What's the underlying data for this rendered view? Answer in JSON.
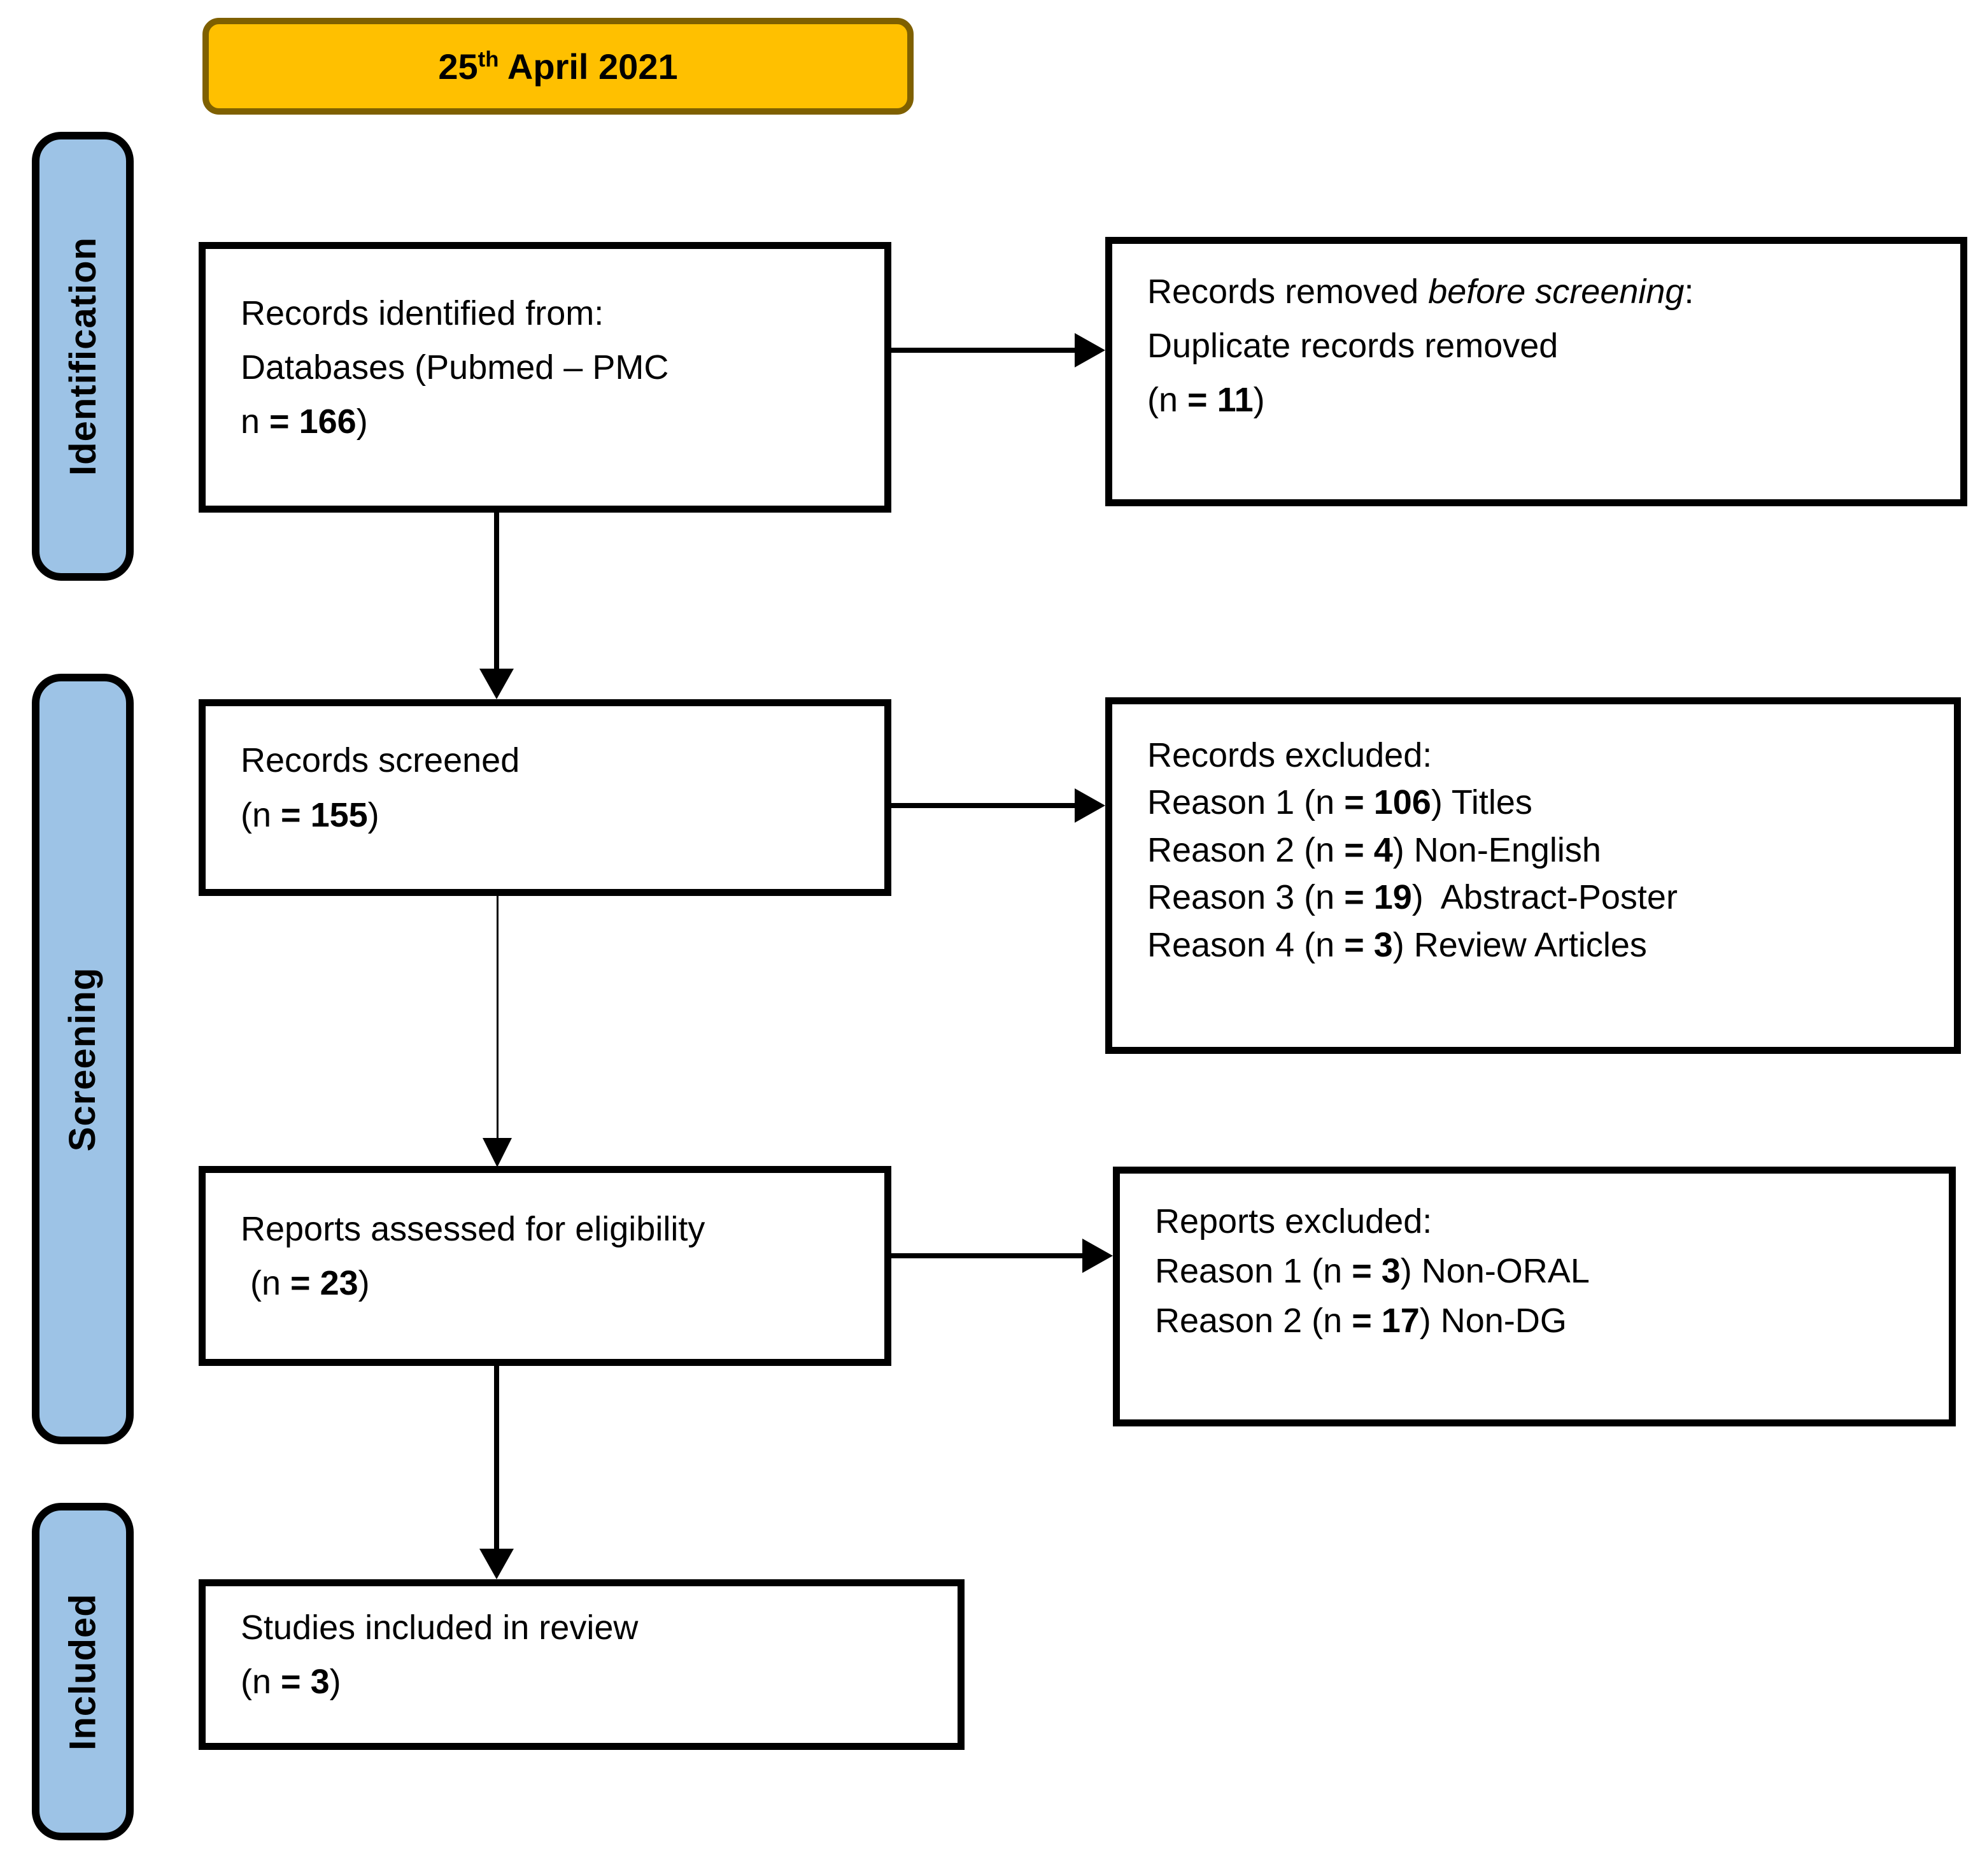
{
  "colors": {
    "banner_fill": "#FFC000",
    "banner_border": "#7F6000",
    "stage_fill": "#9DC3E6",
    "box_border": "#000000",
    "arrow": "#000000",
    "background": "#FFFFFF"
  },
  "banner": {
    "lines": [
      [
        {
          "t": "25",
          "b": true
        },
        {
          "t": "th",
          "b": true,
          "sup": true
        },
        {
          "t": " April 2021",
          "b": true
        }
      ]
    ]
  },
  "stages": [
    {
      "id": "identification",
      "label": "Identification"
    },
    {
      "id": "screening",
      "label": "Screening"
    },
    {
      "id": "included",
      "label": "Included"
    }
  ],
  "boxes": {
    "identified": {
      "lines": [
        [
          {
            "t": "Records identified from:"
          }
        ],
        [
          {
            "t": "Databases (Pubmed – PMC"
          }
        ],
        [
          {
            "t": "n "
          },
          {
            "t": "= 166",
            "b": true
          },
          {
            "t": ")"
          }
        ]
      ]
    },
    "removed": {
      "lines": [
        [
          {
            "t": "Records removed "
          },
          {
            "t": "before screening",
            "i": true
          },
          {
            "t": ":"
          }
        ],
        [
          {
            "t": "Duplicate records removed"
          }
        ],
        [
          {
            "t": "(n "
          },
          {
            "t": "= 11",
            "b": true
          },
          {
            "t": ")"
          }
        ]
      ]
    },
    "screened": {
      "lines": [
        [
          {
            "t": "Records screened"
          }
        ],
        [
          {
            "t": "(n "
          },
          {
            "t": "= 155",
            "b": true
          },
          {
            "t": ")"
          }
        ]
      ]
    },
    "records_excluded": {
      "lines": [
        [
          {
            "t": "Records excluded:"
          }
        ],
        [
          {
            "t": "Reason 1 (n "
          },
          {
            "t": "= 106",
            "b": true
          },
          {
            "t": ") Titles"
          }
        ],
        [
          {
            "t": "Reason 2 (n "
          },
          {
            "t": "= 4",
            "b": true
          },
          {
            "t": ") Non-English"
          }
        ],
        [
          {
            "t": "Reason 3 (n "
          },
          {
            "t": "= 19",
            "b": true
          },
          {
            "t": ")  Abstract-Poster"
          }
        ],
        [
          {
            "t": "Reason 4 (n "
          },
          {
            "t": "= 3",
            "b": true
          },
          {
            "t": ") Review Articles"
          }
        ]
      ]
    },
    "assessed": {
      "lines": [
        [
          {
            "t": "Reports assessed for eligibility"
          }
        ],
        [
          {
            "t": " (n "
          },
          {
            "t": "= 23",
            "b": true
          },
          {
            "t": ")"
          }
        ]
      ]
    },
    "reports_excluded": {
      "lines": [
        [
          {
            "t": "Reports excluded:"
          }
        ],
        [
          {
            "t": "Reason 1 (n "
          },
          {
            "t": "= 3",
            "b": true
          },
          {
            "t": ") Non-ORAL"
          }
        ],
        [
          {
            "t": "Reason 2 (n "
          },
          {
            "t": "= 17",
            "b": true
          },
          {
            "t": ") Non-DG"
          }
        ]
      ]
    },
    "included": {
      "lines": [
        [
          {
            "t": "Studies included in review"
          }
        ],
        [
          {
            "t": "(n "
          },
          {
            "t": "= 3",
            "b": true
          },
          {
            "t": ")"
          }
        ]
      ]
    }
  }
}
